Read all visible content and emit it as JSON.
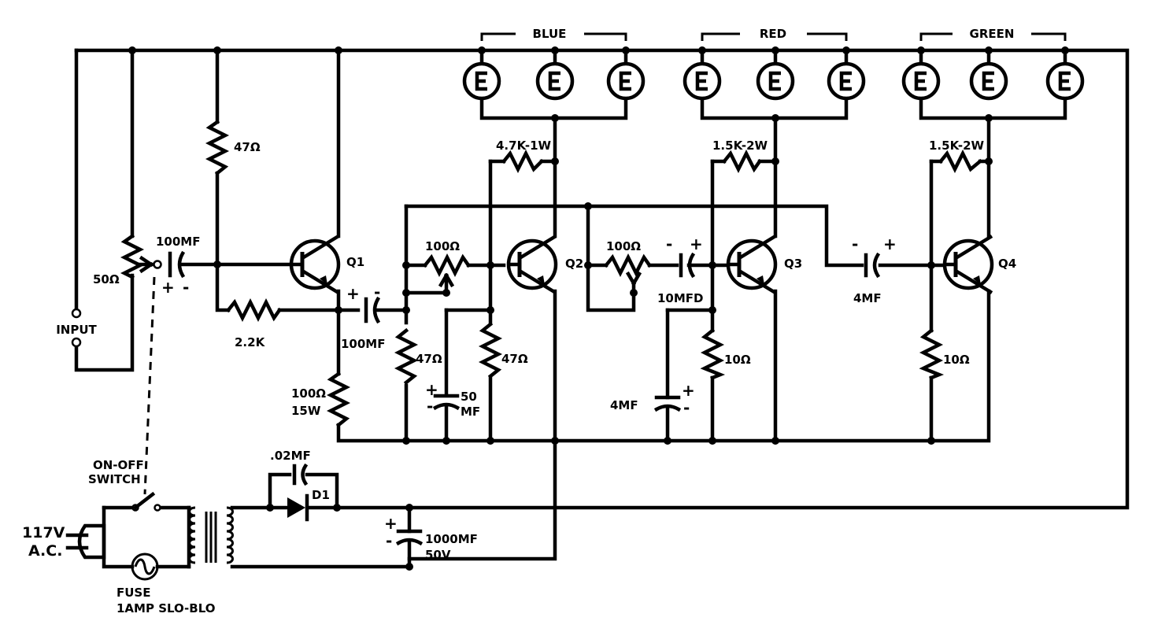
{
  "groups": {
    "blue": "BLUE",
    "red": "RED",
    "green": "GREEN"
  },
  "input": {
    "label": "INPUT",
    "pot": "50Ω",
    "cap": "100MF"
  },
  "q1": {
    "label": "Q1",
    "r_top": "47Ω",
    "r_base": "2.2K",
    "r_emitter_1": "100Ω",
    "r_emitter_2": "15W",
    "cap_out": "100MF"
  },
  "q2": {
    "label": "Q2",
    "r_load": "4.7K-1W",
    "r_pot": "100Ω",
    "r_a": "47Ω",
    "r_b": "47Ω",
    "cap": "50",
    "cap_unit": "MF"
  },
  "q3": {
    "label": "Q3",
    "r_load": "1.5K-2W",
    "r_pot": "100Ω",
    "cap": "10MFD",
    "r_emitter": "10Ω",
    "cap_emitter": "4MF"
  },
  "q4": {
    "label": "Q4",
    "r_load": "1.5K-2W",
    "cap": "4MF",
    "r_emitter": "10Ω"
  },
  "supply": {
    "switch_1": "ON-OFF",
    "switch_2": "SWITCH",
    "mains_1": "117V",
    "mains_2": "A.C.",
    "fuse_1": "FUSE",
    "fuse_2": "1AMP SLO-BLO",
    "cap_diode": ".02MF",
    "diode": "D1",
    "filter_1": "1000MF",
    "filter_2": "50V"
  },
  "signs": {
    "plus": "+",
    "minus": "-"
  }
}
